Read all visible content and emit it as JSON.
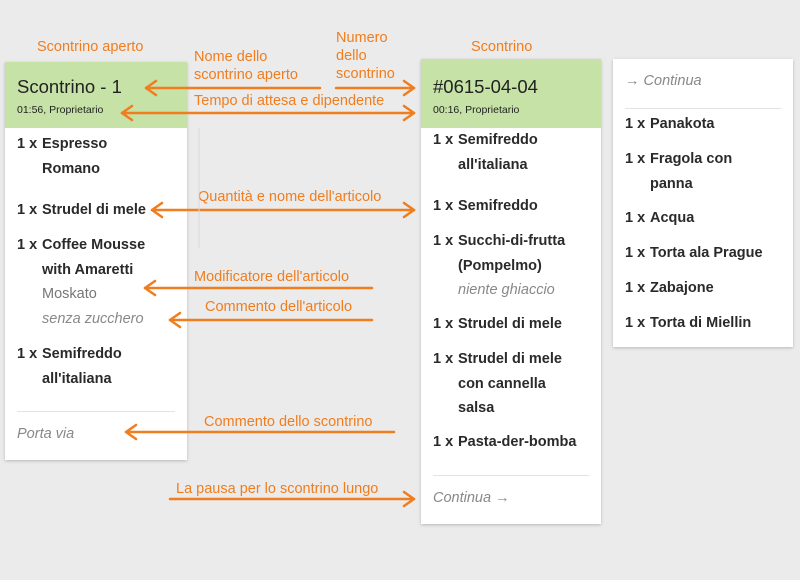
{
  "labels": {
    "open_receipt": "Scontrino aperto",
    "receipt": "Scontrino",
    "open_receipt_name": "Nome dello\nscontrino aperto",
    "receipt_number": "Numero\ndello\nscontrino",
    "wait_time_employee": "Tempo di attesa e dipendente",
    "qty_item_name": "Quantità e nome dell'articolo",
    "item_modifier": "Modificatore dell'articolo",
    "item_comment": "Commento dell'articolo",
    "receipt_comment": "Commento dello scontrino",
    "long_receipt_break": "La pausa per lo scontrino lungo"
  },
  "card1": {
    "title": "Scontrino - 1",
    "subtitle": "01:56, Proprietario",
    "items": [
      {
        "qty": "1 x",
        "lines": [
          "Espresso",
          "Romano"
        ]
      },
      {
        "qty": "1 x",
        "lines": [
          "Strudel di mele"
        ]
      },
      {
        "qty": "1 x",
        "lines": [
          "Coffee Mousse",
          "with Amaretti"
        ],
        "modifier": "Moskato",
        "comment": "senza zucchero"
      },
      {
        "qty": "1 x",
        "lines": [
          "Semifreddo",
          "all'italiana"
        ]
      }
    ],
    "footer_comment": "Porta via"
  },
  "card2": {
    "title": "#0615-04-04",
    "subtitle": "00:16, Proprietario",
    "items": [
      {
        "qty": "1 x",
        "lines": [
          "Semifreddo",
          "all'italiana"
        ]
      },
      {
        "qty": "1 x",
        "lines": [
          "Semifreddo"
        ]
      },
      {
        "qty": "1 x",
        "lines": [
          "Succhi-di-frutta",
          "(Pompelmo)"
        ],
        "comment": "niente ghiaccio"
      },
      {
        "qty": "1 x",
        "lines": [
          "Strudel di mele"
        ]
      },
      {
        "qty": "1 x",
        "lines": [
          "Strudel di mele",
          "con cannella",
          "salsa"
        ]
      },
      {
        "qty": "1 x",
        "lines": [
          "Pasta-der-bomba"
        ]
      }
    ],
    "footer_continue": "Continua →"
  },
  "card3": {
    "header_continue": "→ Continua",
    "items": [
      {
        "qty": "1 x",
        "lines": [
          "Panakota"
        ]
      },
      {
        "qty": "1 x",
        "lines": [
          "Fragola con",
          "panna"
        ]
      },
      {
        "qty": "1 x",
        "lines": [
          "Acqua"
        ]
      },
      {
        "qty": "1 x",
        "lines": [
          "Torta ala Prague"
        ]
      },
      {
        "qty": "1 x",
        "lines": [
          "Zabajone"
        ]
      },
      {
        "qty": "1 x",
        "lines": [
          "Torta di Miellin"
        ]
      }
    ]
  },
  "colors": {
    "accent": "#f07d1e",
    "header": "#c6e2a6",
    "background": "#ebebeb"
  }
}
